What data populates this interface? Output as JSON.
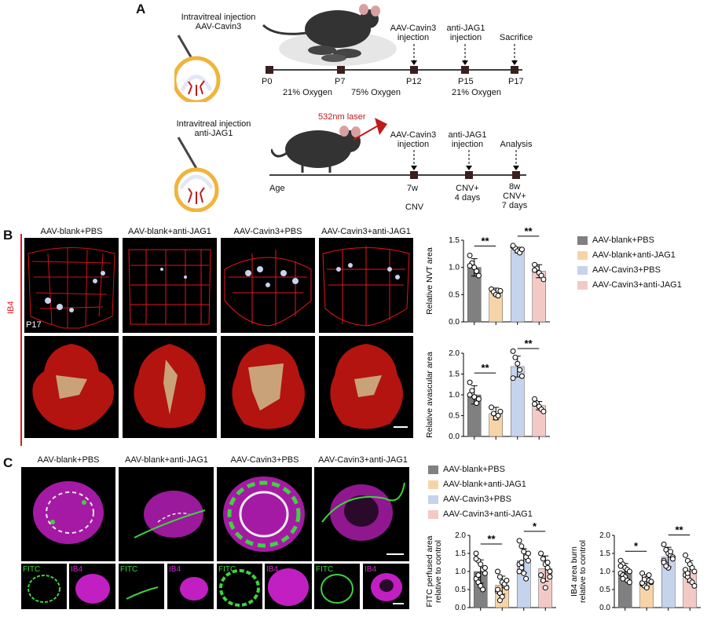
{
  "panels": {
    "a": "A",
    "b": "B",
    "c": "C"
  },
  "timeline1": {
    "injection_label": "Intravitreal injection\nAAV-Cavin3",
    "points": [
      "P0",
      "P7",
      "P12",
      "P15",
      "P17"
    ],
    "events": [
      {
        "label": "AAV-Cavin3\ninjection"
      },
      {
        "label": "anti-JAG1\ninjection"
      },
      {
        "label": "Sacrifice"
      }
    ],
    "phases": [
      "21% Oxygen",
      "75% Oxygen",
      "21% Oxygen"
    ]
  },
  "timeline2": {
    "injection_label": "Intravitreal injection\nanti-JAG1",
    "laser_label": "532nm laser",
    "axis_label": "Age",
    "events": [
      {
        "label": "AAV-Cavin3\ninjection"
      },
      {
        "label": "anti-JAG1\ninjection"
      },
      {
        "label": "Analysis"
      }
    ],
    "points": [
      "7w",
      "CNV+\n4 days",
      "8w\nCNV+\n7 days"
    ],
    "cnv_label": "CNV"
  },
  "groups": [
    "AAV-blank+PBS",
    "AAV-blank+anti-JAG1",
    "AAV-Cavin3+PBS",
    "AAV-Cavin3+anti-JAG1"
  ],
  "colors": {
    "g1": "#808080",
    "g2": "#f7d4a8",
    "g3": "#c6d3ec",
    "g4": "#f3c9c6",
    "red": "#e8141b",
    "green": "#3dd43d",
    "magenta": "#d12ad1"
  },
  "panelB": {
    "ib4_label": "IB4",
    "p17_label": "P17"
  },
  "panelC": {
    "fitc_label": "FITC",
    "ib4_label": "IB4"
  },
  "chart_data": [
    {
      "type": "bar",
      "categories": [
        "AAV-blank+PBS",
        "AAV-blank+anti-JAG1",
        "AAV-Cavin3+PBS",
        "AAV-Cavin3+anti-JAG1"
      ],
      "values": [
        1.0,
        0.55,
        1.32,
        0.93
      ],
      "errors": [
        0.16,
        0.07,
        0.05,
        0.12
      ],
      "points": [
        [
          1.22,
          1.08,
          1.0,
          0.93,
          0.85,
          1.03
        ],
        [
          0.6,
          0.55,
          0.5,
          0.48,
          0.57
        ],
        [
          1.38,
          1.35,
          1.3,
          1.27,
          1.33,
          1.4
        ],
        [
          1.05,
          0.98,
          0.9,
          0.85,
          0.78,
          0.95
        ]
      ],
      "ylabel": "Relative NVT area",
      "ylim": [
        0,
        1.5
      ],
      "yticks": [
        "0.0",
        "0.5",
        "1.0",
        "1.5"
      ],
      "significance": [
        {
          "pair": [
            0,
            1
          ],
          "label": "**"
        },
        {
          "pair": [
            2,
            3
          ],
          "label": "**"
        }
      ]
    },
    {
      "type": "bar",
      "categories": [
        "AAV-blank+PBS",
        "AAV-blank+anti-JAG1",
        "AAV-Cavin3+PBS",
        "AAV-Cavin3+anti-JAG1"
      ],
      "values": [
        1.0,
        0.55,
        1.68,
        0.74
      ],
      "errors": [
        0.22,
        0.15,
        0.25,
        0.1
      ],
      "points": [
        [
          1.3,
          1.1,
          0.95,
          0.8,
          0.9,
          1.0
        ],
        [
          0.7,
          0.55,
          0.45,
          0.5,
          0.6
        ],
        [
          2.05,
          1.9,
          1.75,
          1.6,
          1.45,
          1.4
        ],
        [
          0.9,
          0.8,
          0.72,
          0.65,
          0.6,
          0.78
        ]
      ],
      "ylabel": "Relative avascular area",
      "ylim": [
        0,
        2.0
      ],
      "yticks": [
        "0.0",
        "0.5",
        "1.0",
        "1.5",
        "2.0"
      ],
      "significance": [
        {
          "pair": [
            0,
            1
          ],
          "label": "**"
        },
        {
          "pair": [
            2,
            3
          ],
          "label": "**"
        }
      ]
    },
    {
      "type": "bar",
      "categories": [
        "AAV-blank+PBS",
        "AAV-blank+anti-JAG1",
        "AAV-Cavin3+PBS",
        "AAV-Cavin3+anti-JAG1"
      ],
      "values": [
        1.0,
        0.62,
        1.3,
        1.08
      ],
      "errors": [
        0.32,
        0.25,
        0.33,
        0.35
      ],
      "points": [
        [
          1.5,
          1.3,
          1.2,
          1.05,
          0.95,
          0.8,
          0.7,
          0.6,
          0.5,
          1.1,
          1.35,
          0.9
        ],
        [
          1.0,
          0.85,
          0.7,
          0.6,
          0.55,
          0.45,
          0.4,
          0.3,
          0.65,
          0.75,
          0.5,
          0.2
        ],
        [
          1.85,
          1.7,
          1.55,
          1.4,
          1.3,
          1.2,
          1.1,
          0.95,
          0.8,
          1.5,
          1.0,
          1.25
        ],
        [
          1.5,
          1.35,
          1.2,
          1.1,
          1.0,
          0.9,
          0.75,
          0.55,
          1.25,
          0.85
        ]
      ],
      "ylabel": "FITC perfused area\nrelative to control",
      "ylim": [
        0,
        2.0
      ],
      "yticks": [
        "0.0",
        "0.5",
        "1.0",
        "1.5",
        "2.0"
      ],
      "significance": [
        {
          "pair": [
            0,
            1
          ],
          "label": "**"
        },
        {
          "pair": [
            2,
            3
          ],
          "label": "*"
        }
      ]
    },
    {
      "type": "bar",
      "categories": [
        "AAV-blank+PBS",
        "AAV-blank+anti-JAG1",
        "AAV-Cavin3+PBS",
        "AAV-Cavin3+anti-JAG1"
      ],
      "values": [
        1.0,
        0.74,
        1.4,
        1.0
      ],
      "errors": [
        0.22,
        0.15,
        0.27,
        0.3
      ],
      "points": [
        [
          1.3,
          1.2,
          1.1,
          1.05,
          1.0,
          0.95,
          0.9,
          0.85,
          0.75,
          0.7,
          1.15,
          0.8
        ],
        [
          0.95,
          0.85,
          0.8,
          0.75,
          0.7,
          0.65,
          0.6,
          0.55,
          0.9,
          0.72,
          0.68,
          0.78
        ],
        [
          1.75,
          1.6,
          1.5,
          1.45,
          1.4,
          1.3,
          1.2,
          1.1,
          1.55,
          1.35,
          1.25,
          1.15
        ],
        [
          1.45,
          1.3,
          1.2,
          1.1,
          1.0,
          0.9,
          0.85,
          0.75,
          0.7,
          0.6,
          1.05,
          0.95
        ]
      ],
      "ylabel": "IB4 area burn\nrelative to control",
      "ylim": [
        0,
        2.0
      ],
      "yticks": [
        "0.0",
        "0.5",
        "1.0",
        "1.5",
        "2.0"
      ],
      "significance": [
        {
          "pair": [
            0,
            1
          ],
          "label": "*"
        },
        {
          "pair": [
            2,
            3
          ],
          "label": "**"
        }
      ]
    }
  ]
}
